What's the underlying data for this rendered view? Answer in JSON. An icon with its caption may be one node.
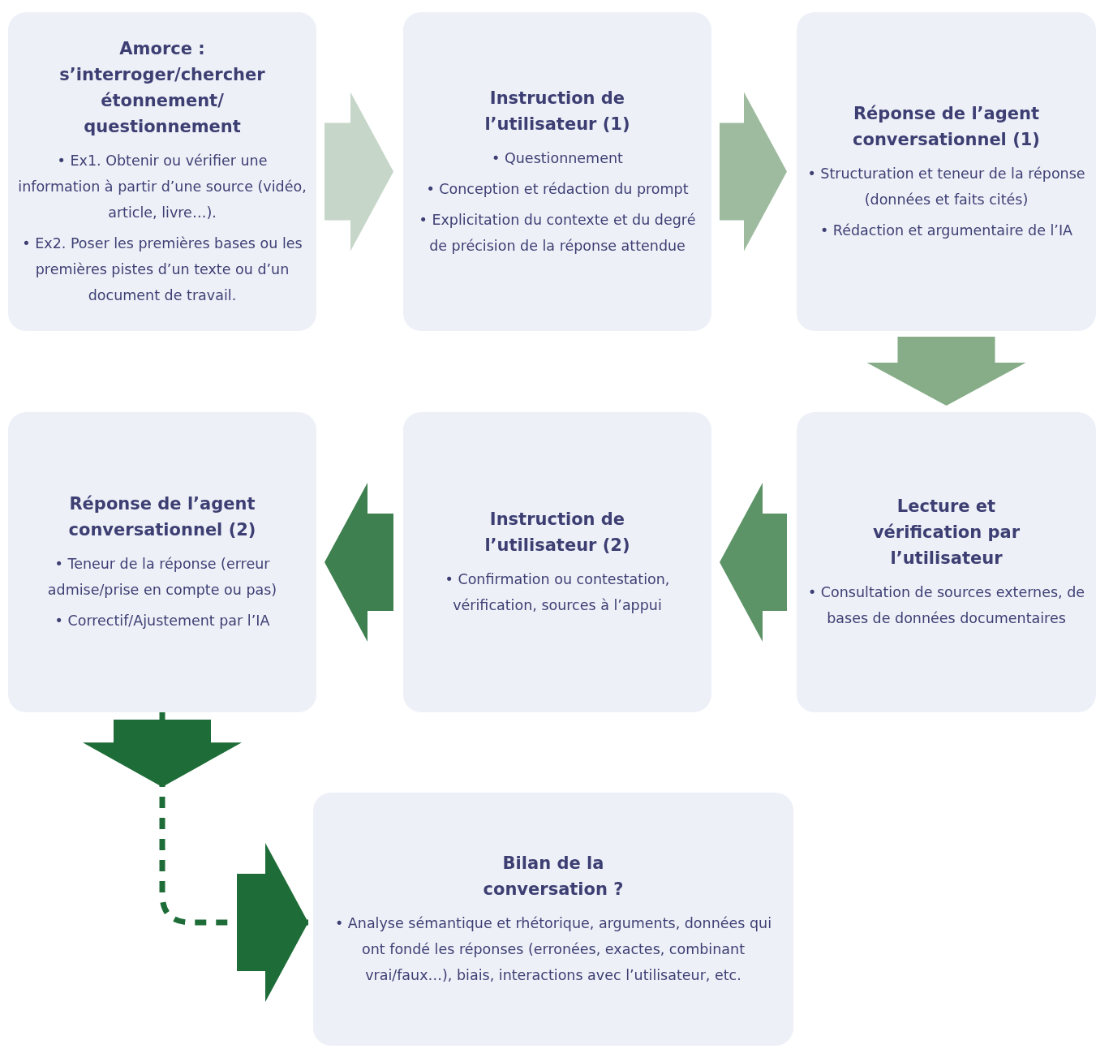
{
  "diagram": {
    "nodes": [
      {
        "text": [
          "Amorce : s’interroger/chercher étonnement/ questionnement",
          "• Ex1. Obtenir ou vérifier une information à partir d’une source (vidéo, article, livre…).",
          "• Ex2. Poser les premières bases ou les premières pistes d’un texte ou d’un document de travail."
        ]
      },
      {
        "text": [
          "Instruction de l’utilisateur (1)",
          "• Questionnement",
          "• Conception et rédaction du prompt",
          "• Explicitation du contexte et du degré de précision de la réponse attendue"
        ]
      },
      {
        "text": [
          "Réponse de l’agent conversationnel (1)",
          "• Structuration et teneur de la réponse (données et faits cités)",
          "• Rédaction et argumentaire de l’IA"
        ]
      },
      {
        "text": [
          "Réponse de l’agent conversationnel (2)",
          "• Teneur de la réponse (erreur admise/prise en compte ou pas)",
          "• Correctif/Ajustement par l’IA"
        ]
      },
      {
        "text": [
          "Instruction de l’utilisateur (2)",
          "• Confirmation ou contestation, vérification, sources à l’appui"
        ]
      },
      {
        "text": [
          "Lecture et vérification par l’utilisateur",
          "• Consultation de sources externes, de bases de données documentaires"
        ]
      },
      {
        "text": [
          "Bilan de la conversation ?",
          "• Analyse sémantique et rhétorique, arguments, données qui ont fondé les réponses (erronées, exactes, combinant vrai/faux…), biais, interactions avec l’utilisateur, etc."
        ]
      }
    ],
    "edges": [
      {
        "from": 0,
        "to": 1,
        "arrow": "to",
        "style": "thick",
        "color": "#c6d6c8"
      },
      {
        "from": 1,
        "to": 2,
        "arrow": "to",
        "style": "thick",
        "color": "#9ebb9f"
      },
      {
        "from": 2,
        "to": 5,
        "arrow": "to",
        "style": "thick",
        "color": "#86ad88"
      },
      {
        "from": 5,
        "to": 4,
        "arrow": "to",
        "style": "thick",
        "color": "#5d9467"
      },
      {
        "from": 4,
        "to": 3,
        "arrow": "to",
        "style": "thick",
        "color": "#3e8050"
      },
      {
        "from": 3,
        "to": 6,
        "arrow": "to",
        "style": "dashed",
        "color": "#1e6c38"
      }
    ]
  }
}
